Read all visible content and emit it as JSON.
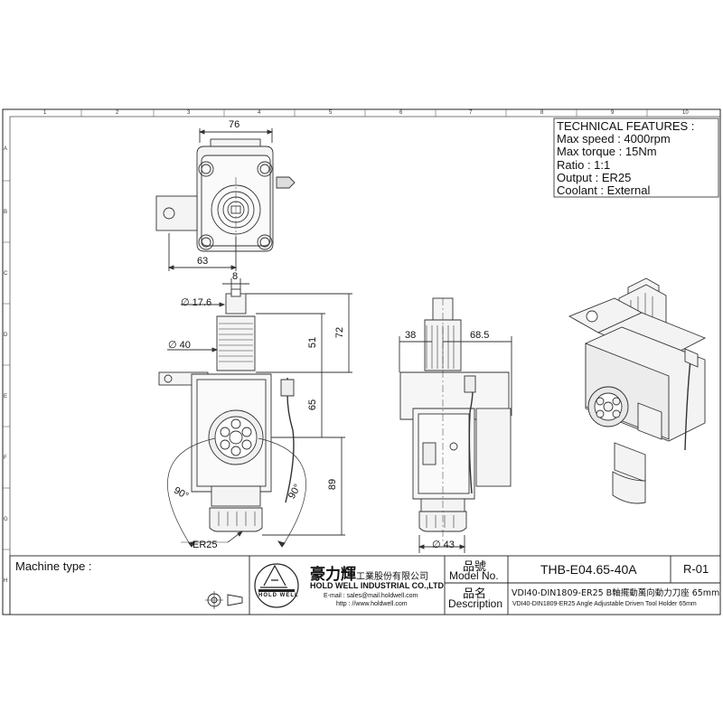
{
  "grid": {
    "columns": [
      "1",
      "2",
      "3",
      "4",
      "5",
      "6",
      "7",
      "8",
      "9",
      "10"
    ],
    "rows": [
      "A",
      "B",
      "C",
      "D",
      "E",
      "F",
      "G",
      "H"
    ]
  },
  "technical_features": {
    "title": "TECHNICAL FEATURES :",
    "lines": [
      "Max speed : 4000rpm",
      "Max torque : 15Nm",
      "Ratio : 1:1",
      "Output : ER25",
      "Coolant : External"
    ]
  },
  "dimensions": {
    "top_width": "76",
    "top_offset": "63",
    "pin_width": "8",
    "dia_top": "17.6",
    "dia_mid": "40",
    "h51": "51",
    "h72": "72",
    "h65": "65",
    "h89": "89",
    "ang_left": "90°",
    "ang_right": "90°",
    "collet": "ER25",
    "side_38": "38",
    "side_685": "68.5",
    "dia_bottom": "43",
    "dia_symbol": "∅"
  },
  "title_block": {
    "machine_type_label": "Machine type :",
    "company_cn": "豪力輝",
    "company_cn_suffix": "工業股份有限公司",
    "company_en": "HOLD WELL INDUSTRIAL CO.,LTD",
    "email": "E-mail : sales@mail.holdwell.com",
    "website": "http : //www.holdwell.com",
    "logo_text": "HOLD WELL",
    "model_label_cn": "品號",
    "model_label_en": "Model No.",
    "model_no": "THB-E04.65-40A",
    "revision": "R-01",
    "desc_label_cn": "品名",
    "desc_label_en": "Description",
    "desc_cn": "VDI40-DIN1809-ER25 B軸擺動萬向動力刀座 65mm",
    "desc_en": "VDI40-DIN1809-ER25 Angle Adjustable Driven Tool Holder 65mm"
  }
}
